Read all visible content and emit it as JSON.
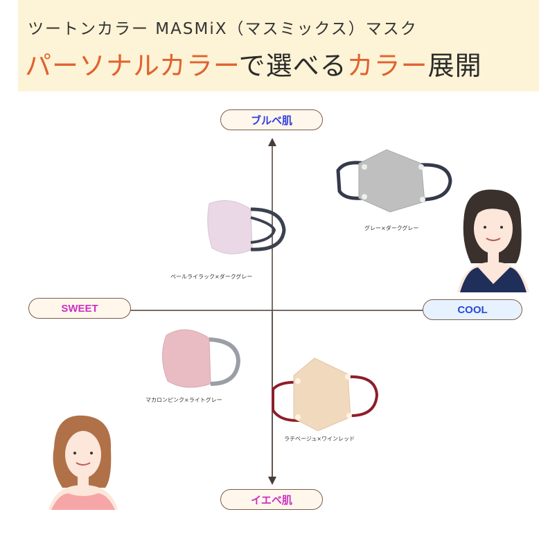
{
  "header": {
    "subtitle": "ツートンカラー MASMiX（マスミックス）マスク",
    "title_part1": "パーソナルカラー",
    "title_part2": "で選べる",
    "title_part3": "カラー",
    "title_part4": "展開"
  },
  "axes": {
    "top": "ブルベ肌",
    "bottom": "イエベ肌",
    "left": "SWEET",
    "right": "COOL"
  },
  "products": [
    {
      "caption": "ペールライラック×ダークグレー",
      "mask_color": "#ead8e6",
      "strap_color": "#3c4150"
    },
    {
      "caption": "グレー×ダークグレー",
      "mask_color": "#bfbfbf",
      "strap_color": "#353a4a"
    },
    {
      "caption": "マカロンピンク×ライトグレー",
      "mask_color": "#e9bcc3",
      "strap_color": "#9a9ea6"
    },
    {
      "caption": "ラテベージュ×ワインレッド",
      "mask_color": "#f1d9bd",
      "strap_color": "#8c1f2a"
    }
  ]
}
